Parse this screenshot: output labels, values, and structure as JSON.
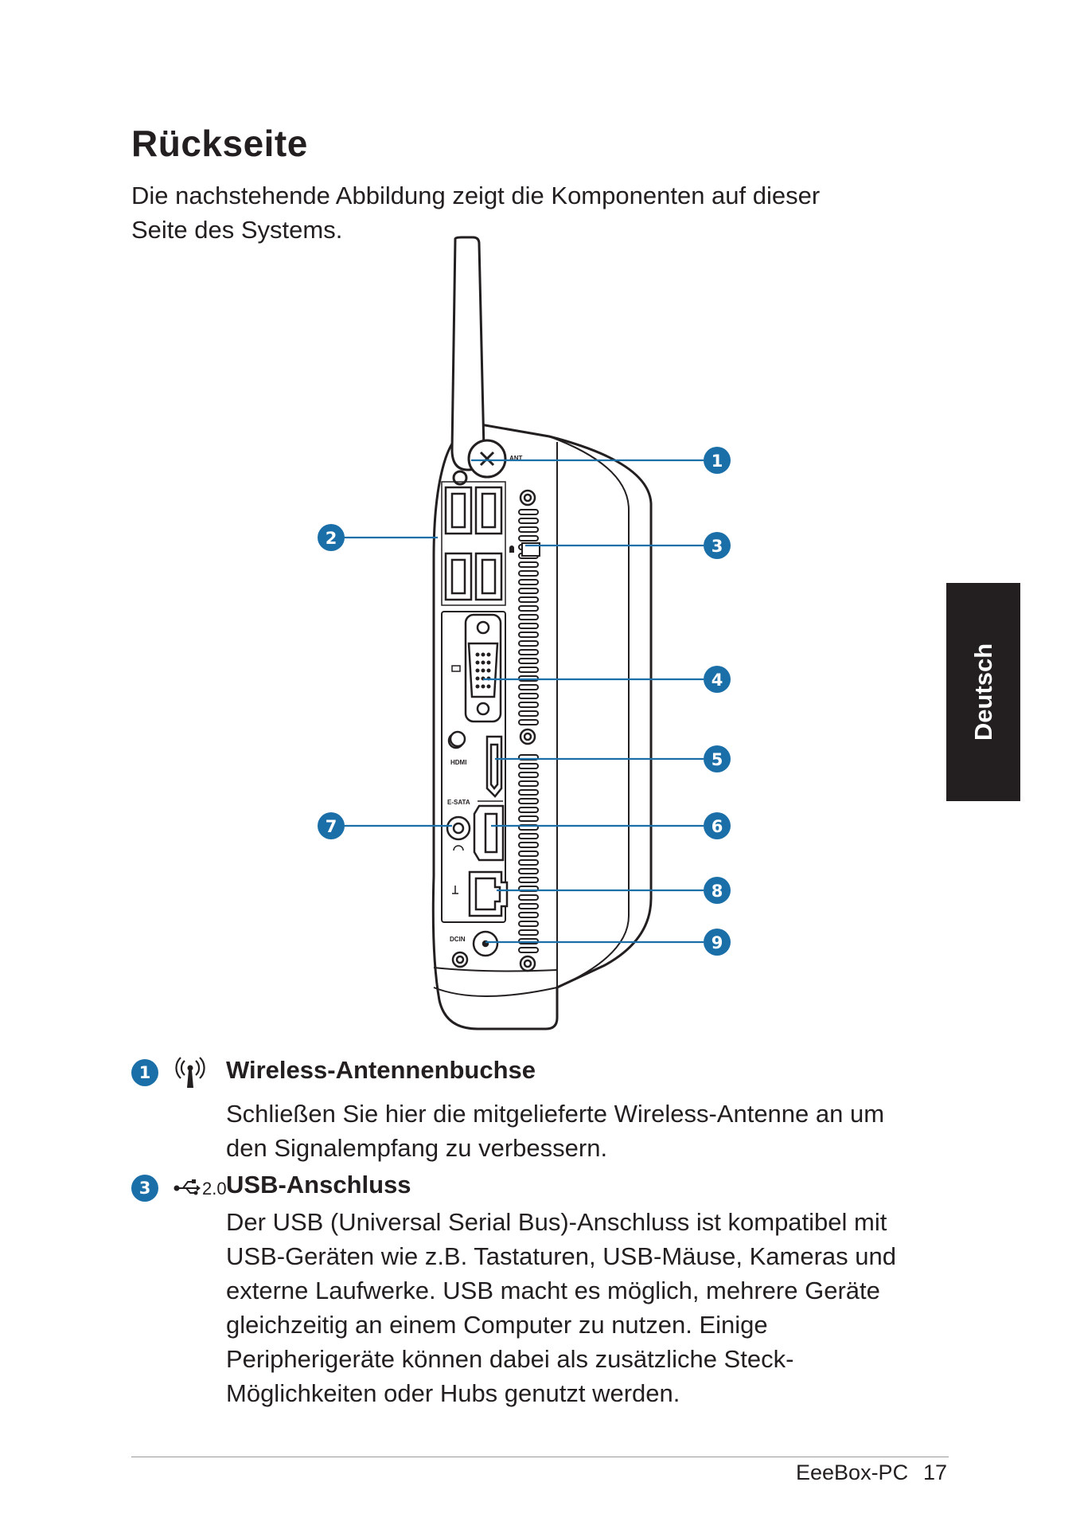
{
  "page": {
    "title": "Rückseite",
    "intro": "Die nachstehende Abbildung zeigt die Komponenten auf dieser Seite des Systems."
  },
  "side_tab": {
    "label": "Deutsch"
  },
  "diagram": {
    "callouts": [
      "1",
      "2",
      "3",
      "4",
      "5",
      "6",
      "7",
      "8",
      "9"
    ],
    "port_labels": {
      "ant": "ANT",
      "hdmi": "HDMI",
      "esata": "E-SATA",
      "dcin": "DCIN"
    },
    "callout_color": "#1b6fa8"
  },
  "items": [
    {
      "number": "1",
      "icon": "wireless-antenna-icon",
      "title": "Wireless-Antennenbuchse",
      "text": "Schließen Sie hier die mitgelieferte Wireless-Antenne an um den Signalempfang zu verbessern."
    },
    {
      "number": "3",
      "icon": "usb-icon",
      "icon_text": "2.0",
      "title": "USB-Anschluss",
      "text": "Der USB (Universal Serial Bus)-Anschluss ist kompatibel mit USB-Geräten wie z.B. Tastaturen, USB-Mäuse, Kameras und externe Laufwerke. USB macht es möglich, mehrere Geräte gleichzeitig an einem Computer zu nutzen. Einige Peripherigeräte können dabei als zusätzliche Steck-Möglichkeiten oder Hubs genutzt werden."
    }
  ],
  "footer": {
    "product": "EeeBox-PC",
    "page_number": "17"
  }
}
